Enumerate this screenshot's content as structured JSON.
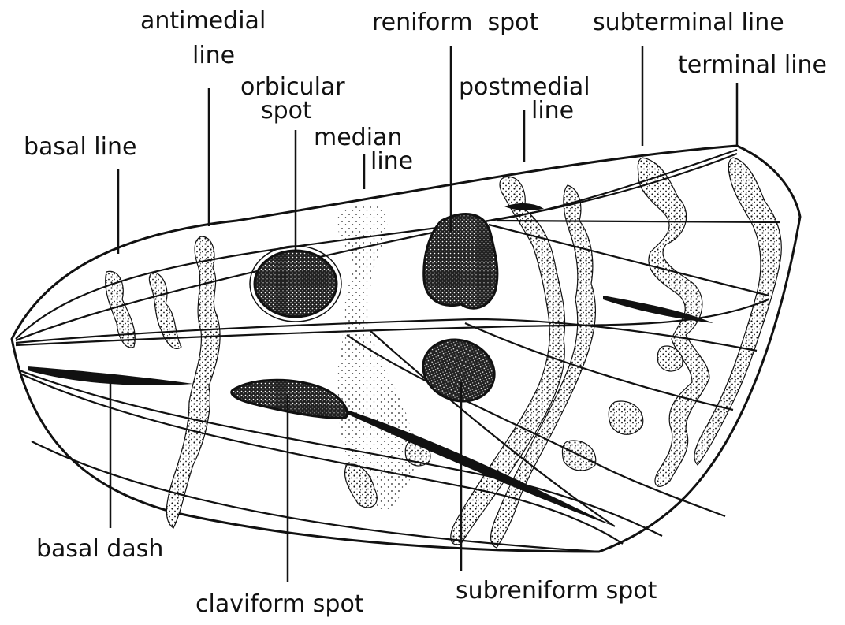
{
  "labels": {
    "antimedial": [
      "antimedial",
      "line"
    ],
    "reniform": [
      "reniform  spot"
    ],
    "subterminal": [
      "subterminal line"
    ],
    "terminal": [
      "terminal line"
    ],
    "orbicular": [
      "orbicular",
      "spot"
    ],
    "postmedial": [
      "postmedial",
      "line"
    ],
    "median": [
      "median",
      "line"
    ],
    "basal_line": [
      "basal line"
    ],
    "basal_dash": [
      "basal dash"
    ],
    "claviform": [
      "claviform spot"
    ],
    "subreniform": [
      "subreniform spot"
    ]
  },
  "colors": {
    "ink": "#111111",
    "paper": "#ffffff"
  }
}
